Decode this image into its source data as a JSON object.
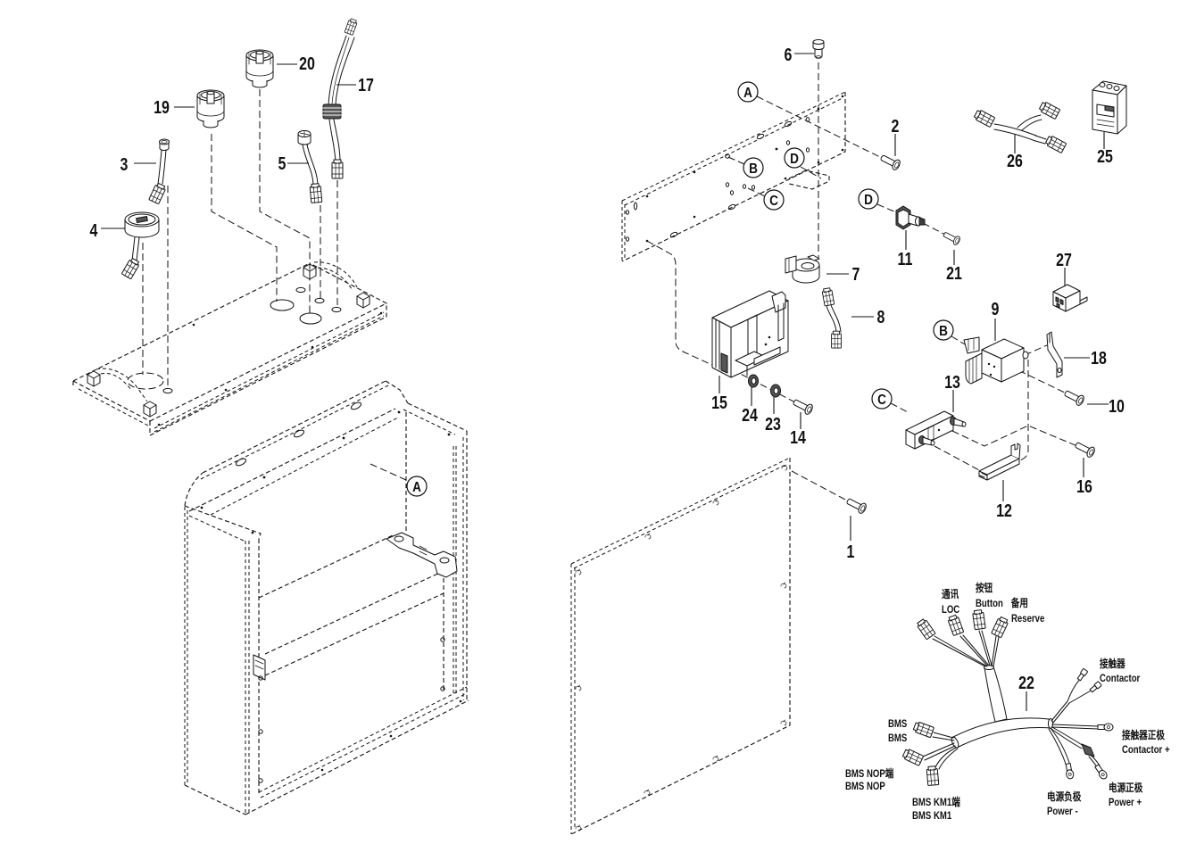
{
  "colors": {
    "line": "#111111",
    "background": "#ffffff"
  },
  "diagram": {
    "callouts": {
      "c1": "1",
      "c2": "2",
      "c3": "3",
      "c4": "4",
      "c5": "5",
      "c6": "6",
      "c7": "7",
      "c8": "8",
      "c9": "9",
      "c10": "10",
      "c11": "11",
      "c12": "12",
      "c13": "13",
      "c14": "14",
      "c15": "15",
      "c16": "16",
      "c17": "17",
      "c18": "18",
      "c19": "19",
      "c20": "20",
      "c21": "21",
      "c22": "22",
      "c23": "23",
      "c24": "24",
      "c25": "25",
      "c26": "26",
      "c27": "27"
    },
    "reference_markers": {
      "plate_a": "A",
      "cabinet_a": "A",
      "plate_b": "B",
      "contactor_b": "B",
      "plate_c": "C",
      "fuse_holder_c": "C",
      "plate_d": "D",
      "part11_d": "D"
    },
    "harness_22_labels": {
      "loc": {
        "zh": "通讯",
        "en": "LOC"
      },
      "button": {
        "zh": "按钮",
        "en": "Button"
      },
      "reserve": {
        "zh": "备用",
        "en": "Reserve"
      },
      "contactor": {
        "zh": "接触器",
        "en": "Contactor"
      },
      "contactor_pos": {
        "zh": "接触器正极",
        "en": "Contactor +"
      },
      "power_pos": {
        "zh": "电源正极",
        "en": "Power +"
      },
      "power_neg": {
        "zh": "电源负极",
        "en": "Power -"
      },
      "bms": {
        "zh": "BMS",
        "en": "BMS"
      },
      "bms_nop": {
        "zh": "BMS NOP端",
        "en": "BMS NOP"
      },
      "bms_km1": {
        "zh": "BMS KM1端",
        "en": "BMS KM1"
      }
    }
  }
}
